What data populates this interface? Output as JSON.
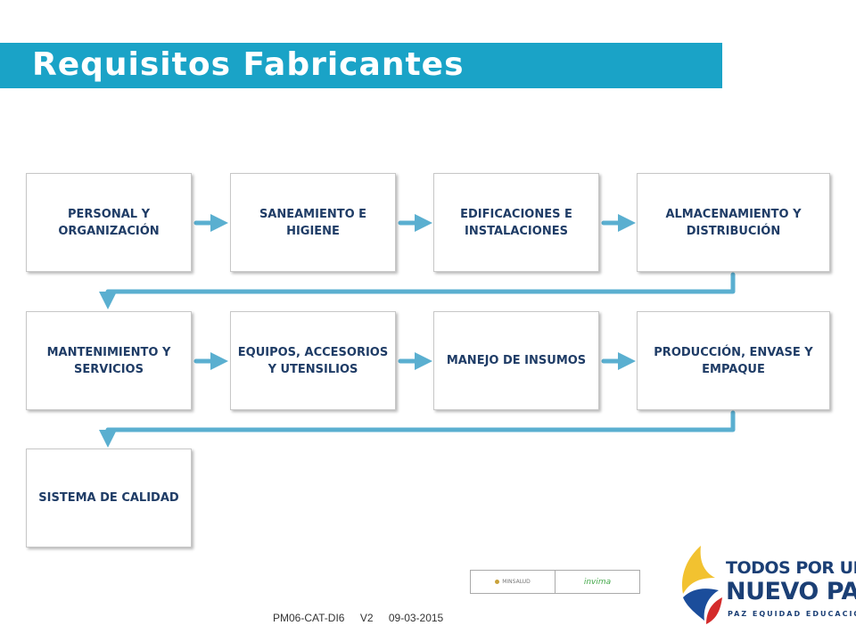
{
  "title": "Requisitos Fabricantes",
  "boxes": [
    "PERSONAL Y ORGANIZACIÓN",
    "SANEAMIENTO E HIGIENE",
    "EDIFICACIONES E INSTALACIONES",
    "ALMACENAMIENTO Y DISTRIBUCIÓN",
    "MANTENIMIENTO Y SERVICIOS",
    "EQUIPOS, ACCESORIOS Y UTENSILIOS",
    "MANEJO DE INSUMOS",
    "PRODUCCIÓN, ENVASE Y EMPAQUE",
    "SISTEMA DE CALIDAD"
  ],
  "footer": {
    "code": "PM06-CAT-DI6",
    "version": "V2",
    "date": "09-03-2015"
  },
  "logos": {
    "left_text": "MINSALUD",
    "right_text": "invima"
  },
  "gov_logo": {
    "line1": "TODOS POR UN",
    "line2": "NUEVO PAÍS",
    "line3": "PAZ  EQUIDAD  EDUCACIÓN"
  },
  "colors": {
    "title_bar": "#1AA3C7",
    "arrow": "#5AAFD0",
    "box_text": "#1f3c66"
  }
}
